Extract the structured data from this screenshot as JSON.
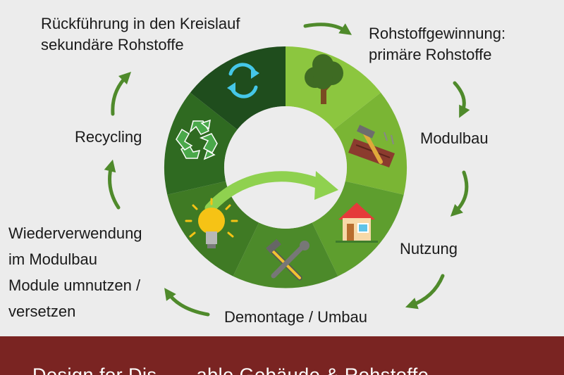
{
  "labels": {
    "recovery": {
      "line1": "Rückführung in den Kreislauf",
      "line2": "sekundäre Rohstoffe"
    },
    "extraction": {
      "line1": "Rohstoffgewinnung:",
      "line2": "primäre Rohstoffe"
    },
    "modular_build": "Modulbau",
    "usage": "Nutzung",
    "dismantling": "Demontage / Umbau",
    "reuse": {
      "line1": "Wiederverwendung",
      "line2": "im Modulbau",
      "line3": "Module umnutzen /",
      "line4": "versetzen"
    },
    "recycling": "Recycling"
  },
  "footer": {
    "text": "Design for Dis... ...able Gebäude & Rohstoffe"
  },
  "colors": {
    "background": "#ececec",
    "footer": "#7a2422",
    "arrow": "#4f8a2b",
    "center_arrow": "#8fd14f",
    "segments": [
      "#8cc63f",
      "#7ab534",
      "#5e9e2e",
      "#4c8a2a",
      "#3f7a24",
      "#2f6a21",
      "#1f4d1d"
    ]
  },
  "icons": [
    "tree-icon",
    "hammer-plank-icon",
    "house-icon",
    "tools-icon",
    "lightbulb-icon",
    "recycle-icon",
    "cycle-arrows-icon"
  ]
}
